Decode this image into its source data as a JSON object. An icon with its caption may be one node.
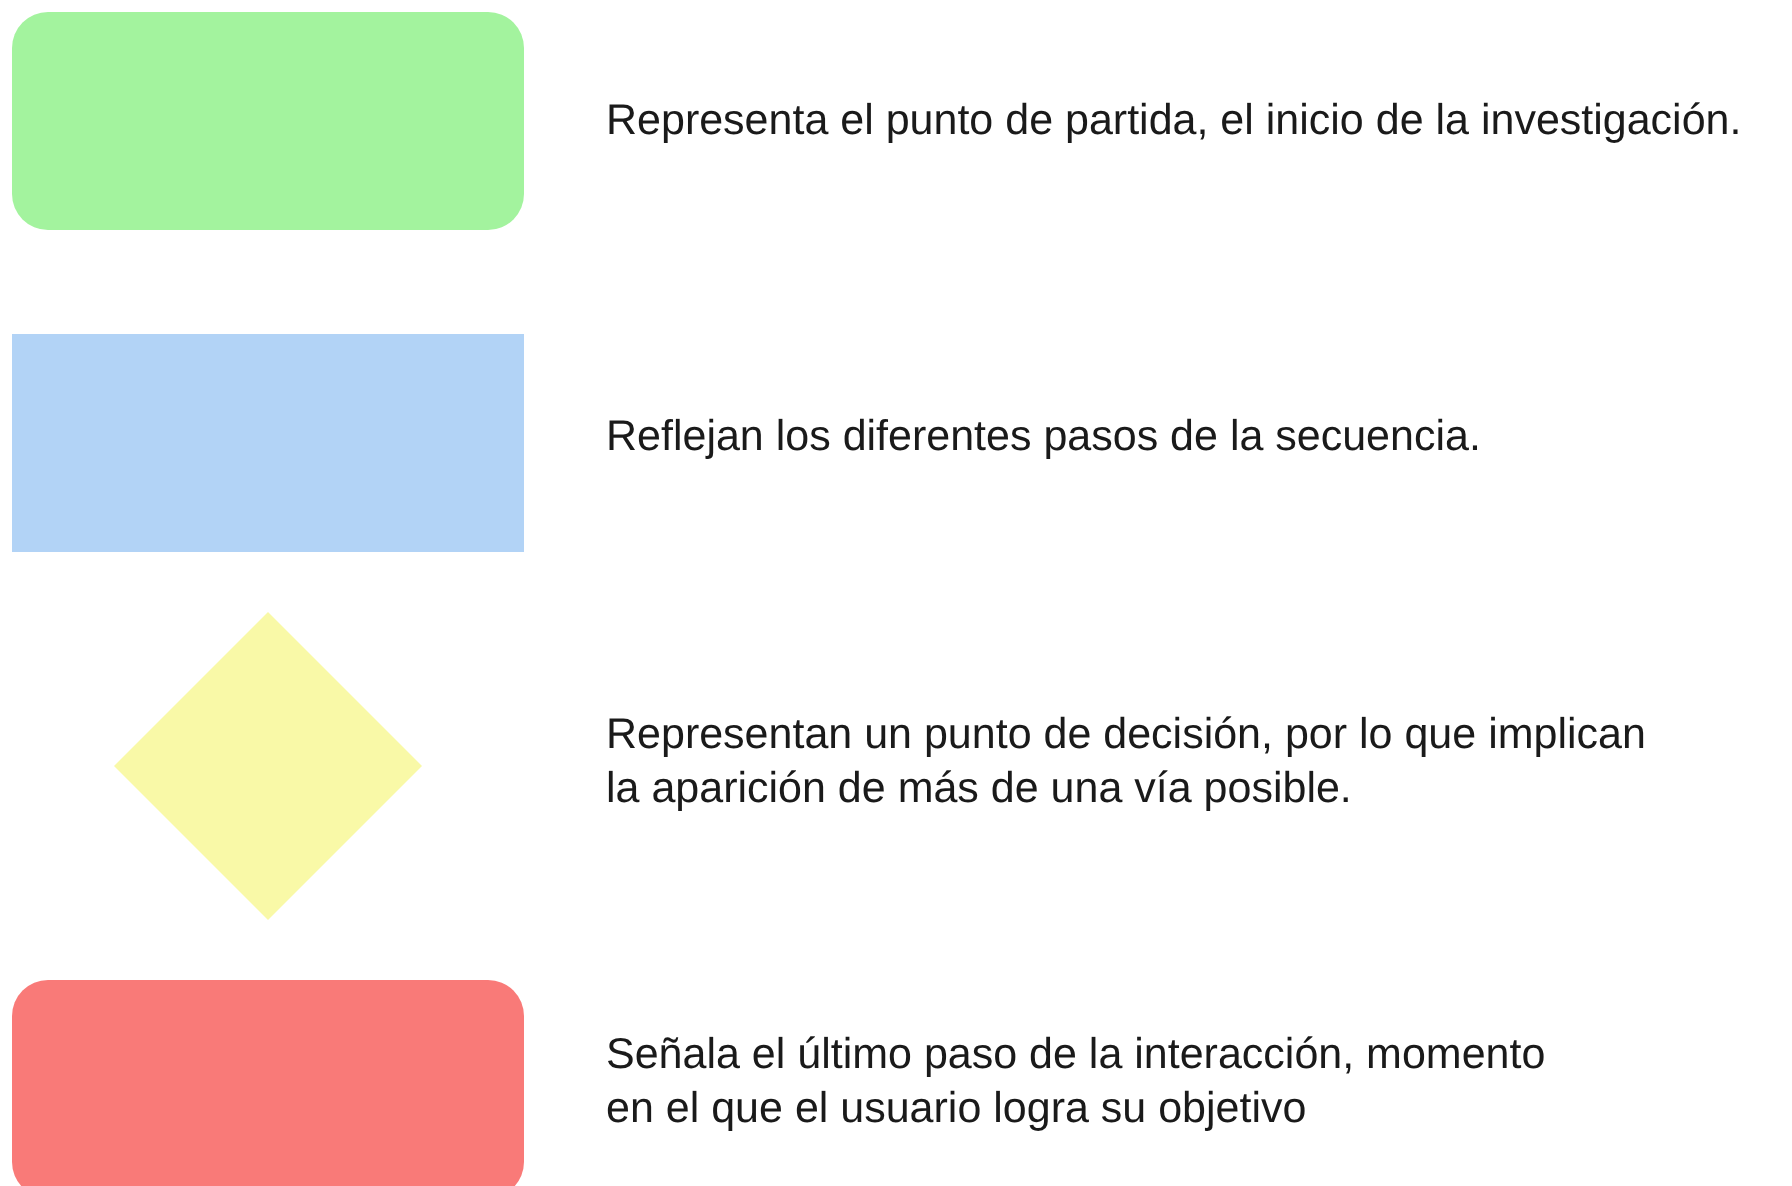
{
  "diagram": {
    "nodes": [
      {
        "text": [],
        "shape": "box",
        "beside": [
          "Representa el punto de partida, el inicio de la investigación."
        ]
      },
      {
        "text": [],
        "shape": "box",
        "beside": [
          "Reflejan los diferentes pasos de la secuencia."
        ]
      },
      {
        "text": [],
        "shape": "diamond"
      },
      {
        "text": [],
        "shape": "box",
        "beside": [
          "Señala el último paso de la interacción, momento en el que el usuario logra su objetivo"
        ]
      }
    ],
    "labels": [
      "Representan un punto de decisión, por lo que implican la aparición de más de una vía posible."
    ]
  }
}
